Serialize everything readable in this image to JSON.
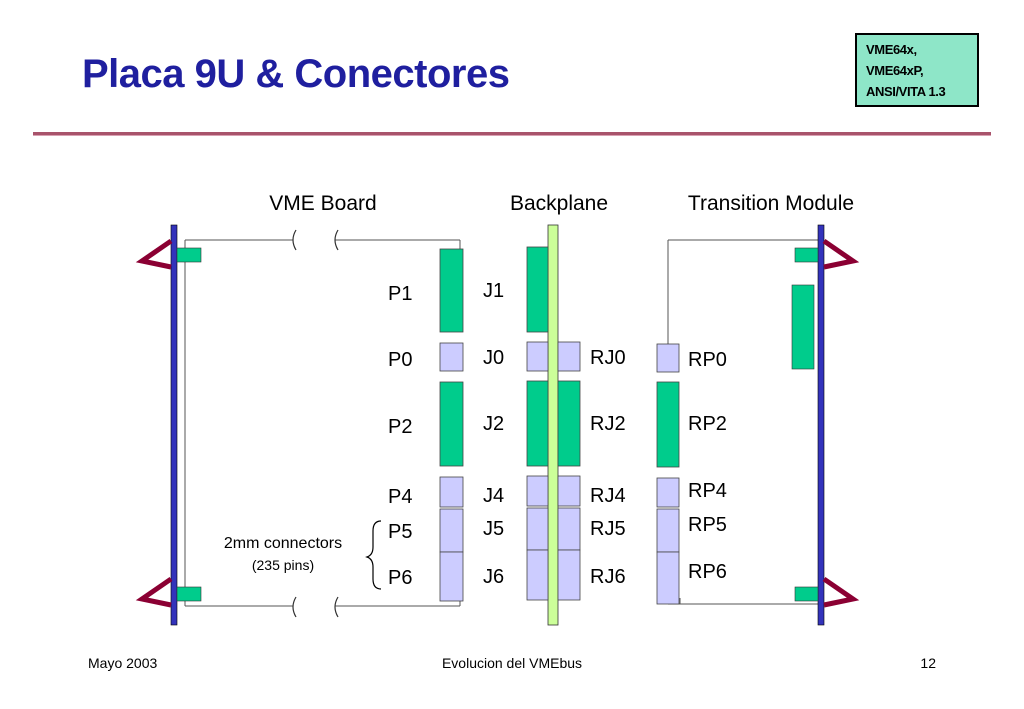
{
  "slide": {
    "title": "Placa 9U & Conectores",
    "badge": [
      "VME64x,",
      "VME64xP,",
      "ANSI/VITA 1.3"
    ]
  },
  "diagram": {
    "headings": {
      "vme_board": "VME Board",
      "backplane": "Backplane",
      "transition_module": "Transition Module"
    },
    "board_connectors": [
      "P1",
      "P0",
      "P2",
      "P4",
      "P5",
      "P6"
    ],
    "backplane_front": [
      "J1",
      "J0",
      "J2",
      "J4",
      "J5",
      "J6"
    ],
    "backplane_rear": [
      "RJ0",
      "RJ2",
      "RJ4",
      "RJ5",
      "RJ6"
    ],
    "transition_connectors": [
      "RP0",
      "RP2",
      "RP4",
      "RP5",
      "RP6"
    ],
    "note": {
      "line1": "2mm connectors",
      "line2": "(235 pins)"
    },
    "colors": {
      "green_connector": "#00cc8c",
      "lavender_connector": "#ccccff",
      "panel": "#3333bb",
      "backplane": "#ccff99",
      "ejector": "#8b0033"
    }
  },
  "footer": {
    "date": "Mayo 2003",
    "center": "Evolucion del VMEbus",
    "page": "12"
  }
}
